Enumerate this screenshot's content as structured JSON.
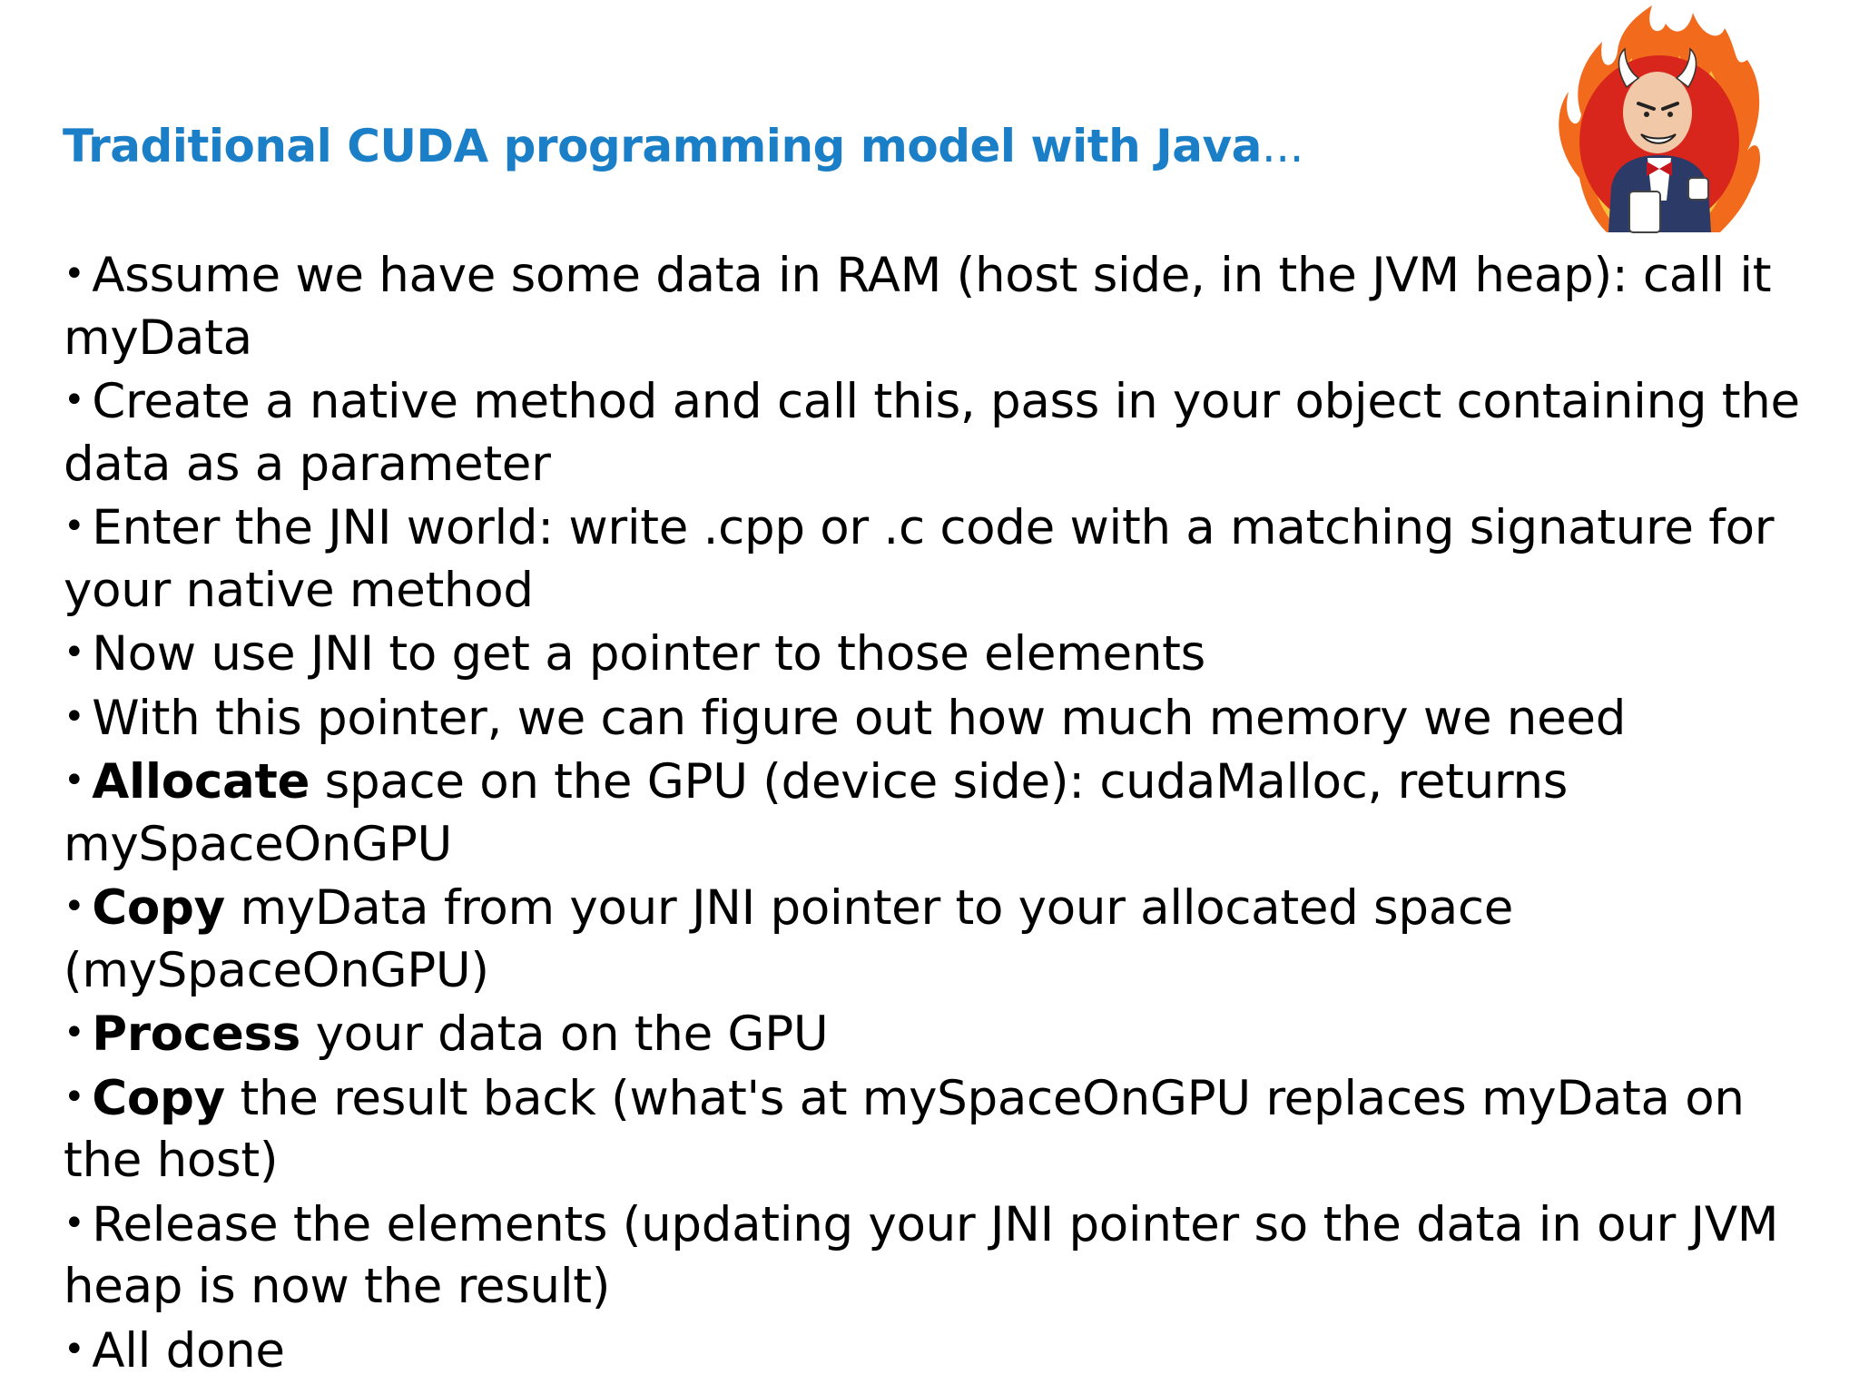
{
  "slide": {
    "title": "Traditional CUDA programming model with Java",
    "title_ellipsis": "...",
    "title_color": "#1b7fc8",
    "mascot_icon": "jenkins-fire-mascot",
    "bullet_glyph": "•",
    "bullets": [
      {
        "bold": "",
        "text": "Assume we have some data in RAM (host side, in the JVM heap): call it myData"
      },
      {
        "bold": "",
        "text": "Create a native method and call this, pass in your object containing the data as a parameter"
      },
      {
        "bold": "",
        "text": "Enter the JNI world: write .cpp or .c code with a matching signature for your native method"
      },
      {
        "bold": "",
        "text": "Now use JNI to get a pointer to those elements"
      },
      {
        "bold": "",
        "text": "With this pointer, we can figure out how much memory we need"
      },
      {
        "bold": "Allocate",
        "text": " space on the GPU (device side): cudaMalloc, returns mySpaceOnGPU"
      },
      {
        "bold": "Copy",
        "text": " myData from your JNI pointer to your allocated space (mySpaceOnGPU)"
      },
      {
        "bold": "Process",
        "text": " your data on the GPU"
      },
      {
        "bold": "Copy",
        "text": " the result back (what's at mySpaceOnGPU replaces myData on the host)"
      },
      {
        "bold": "",
        "text": "Release the elements (updating your JNI pointer so the data in our JVM heap is now the result)"
      },
      {
        "bold": "",
        "text": "All done"
      }
    ]
  }
}
